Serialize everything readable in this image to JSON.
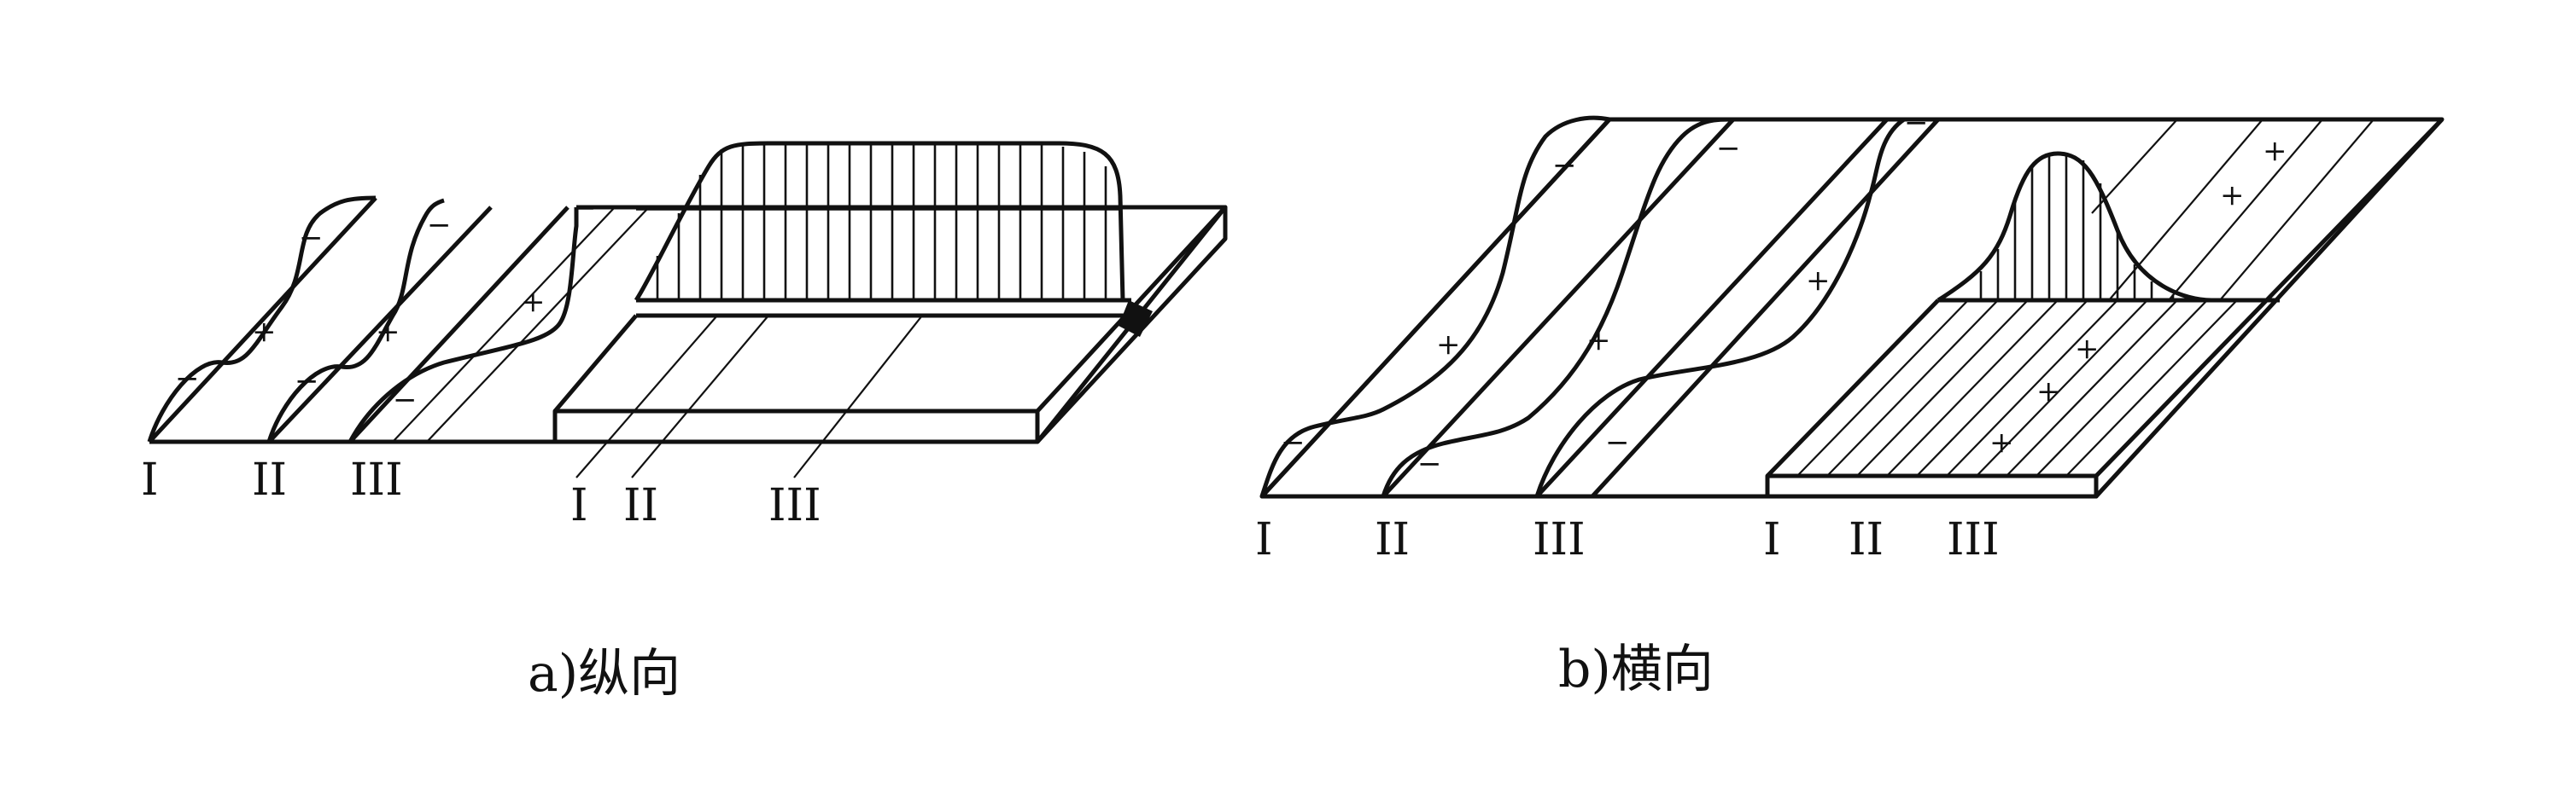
{
  "figure_a": {
    "caption": "a)纵向",
    "left_section_labels": [
      "I",
      "II",
      "III"
    ],
    "weld_section_labels": [
      "I",
      "II",
      "III"
    ],
    "signs": [
      "−",
      "+",
      "−",
      "−",
      "+",
      "−",
      "−",
      "+",
      "−"
    ]
  },
  "figure_b": {
    "caption": "b)横向",
    "left_section_labels": [
      "I",
      "II",
      "III"
    ],
    "weld_section_labels": [
      "I",
      "II",
      "III"
    ],
    "signs": [
      "−",
      "−",
      "−",
      "+",
      "+",
      "−",
      "−",
      "+",
      "−",
      "+",
      "+",
      "+",
      "+",
      "+"
    ]
  }
}
